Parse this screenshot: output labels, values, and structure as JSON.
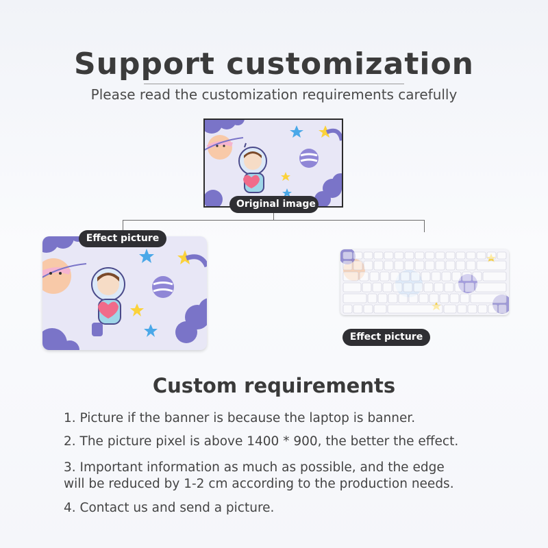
{
  "header": {
    "title": "Support customization",
    "subtitle": "Please read the customization requirements carefully"
  },
  "original": {
    "label": "Original image"
  },
  "effects": {
    "laptop_label": "Effect picture",
    "keyboard_label": "Effect picture"
  },
  "requirements": {
    "title": "Custom requirements",
    "items": [
      "1. Picture if the banner is because the laptop is banner.",
      "2. The picture pixel is above 1400 * 900, the better the effect.",
      "3. Important information as much as possible, and the edge",
      "will be reduced by 1-2 cm according to the production needs.",
      "4. Contact us and send a picture."
    ]
  },
  "colors": {
    "pill_bg": "#2f2f33",
    "art_bg": "#e8e7f6",
    "cloud": "#7a74c8",
    "star": "#fbd23a",
    "star_blue": "#4aa8e8"
  }
}
